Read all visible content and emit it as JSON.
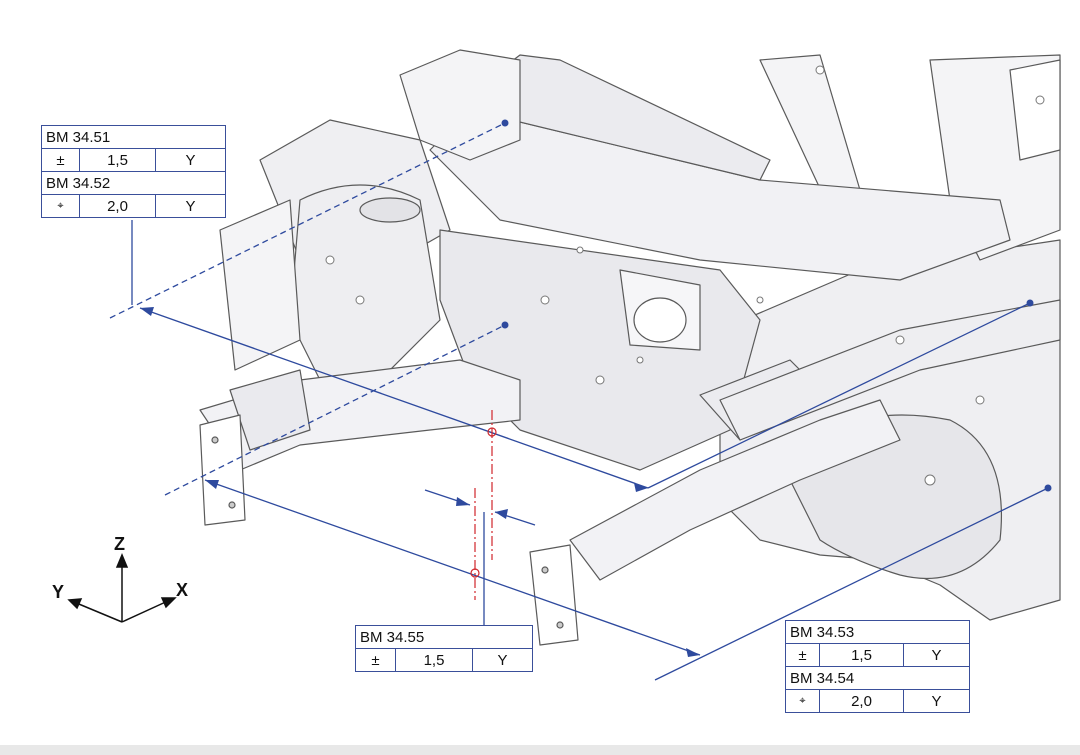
{
  "tables": [
    {
      "id": "bm-34-51-52",
      "rows": [
        {
          "title": "BM 34.51"
        },
        {
          "symbol": "±",
          "value": "1,5",
          "axis": "Y"
        },
        {
          "title": "BM 34.52"
        },
        {
          "symbol": "⌖",
          "value": "2,0",
          "axis": "Y"
        }
      ]
    },
    {
      "id": "bm-34-55",
      "rows": [
        {
          "title": "BM 34.55"
        },
        {
          "symbol": "±",
          "value": "1,5",
          "axis": "Y"
        }
      ]
    },
    {
      "id": "bm-34-53-54",
      "rows": [
        {
          "title": "BM 34.53"
        },
        {
          "symbol": "±",
          "value": "1,5",
          "axis": "Y"
        },
        {
          "title": "BM 34.54"
        },
        {
          "symbol": "⌖",
          "value": "2,0",
          "axis": "Y"
        }
      ]
    }
  ],
  "axes": {
    "z": "Z",
    "y": "Y",
    "x": "X"
  },
  "colors": {
    "dimension_line": "#2e4a9e",
    "centerline": "#d0262b",
    "body_outline": "#5a5a5a",
    "body_fill": "#f4f4f6"
  }
}
